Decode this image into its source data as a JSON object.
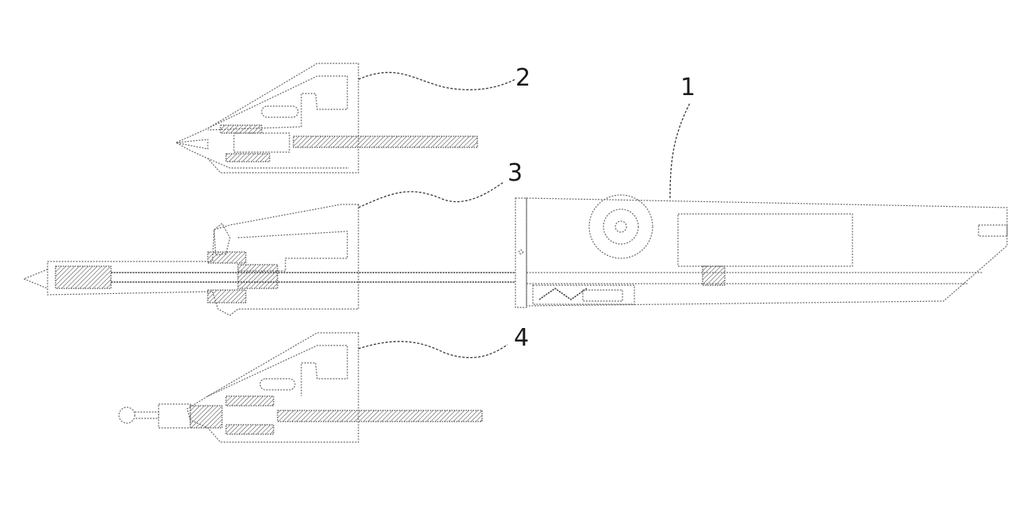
{
  "figure": {
    "reference_numerals": {
      "main_body": "1",
      "upper_attachment": "2",
      "middle_attachment": "3",
      "lower_attachment": "4"
    },
    "line_color": "#6a6a6a"
  }
}
